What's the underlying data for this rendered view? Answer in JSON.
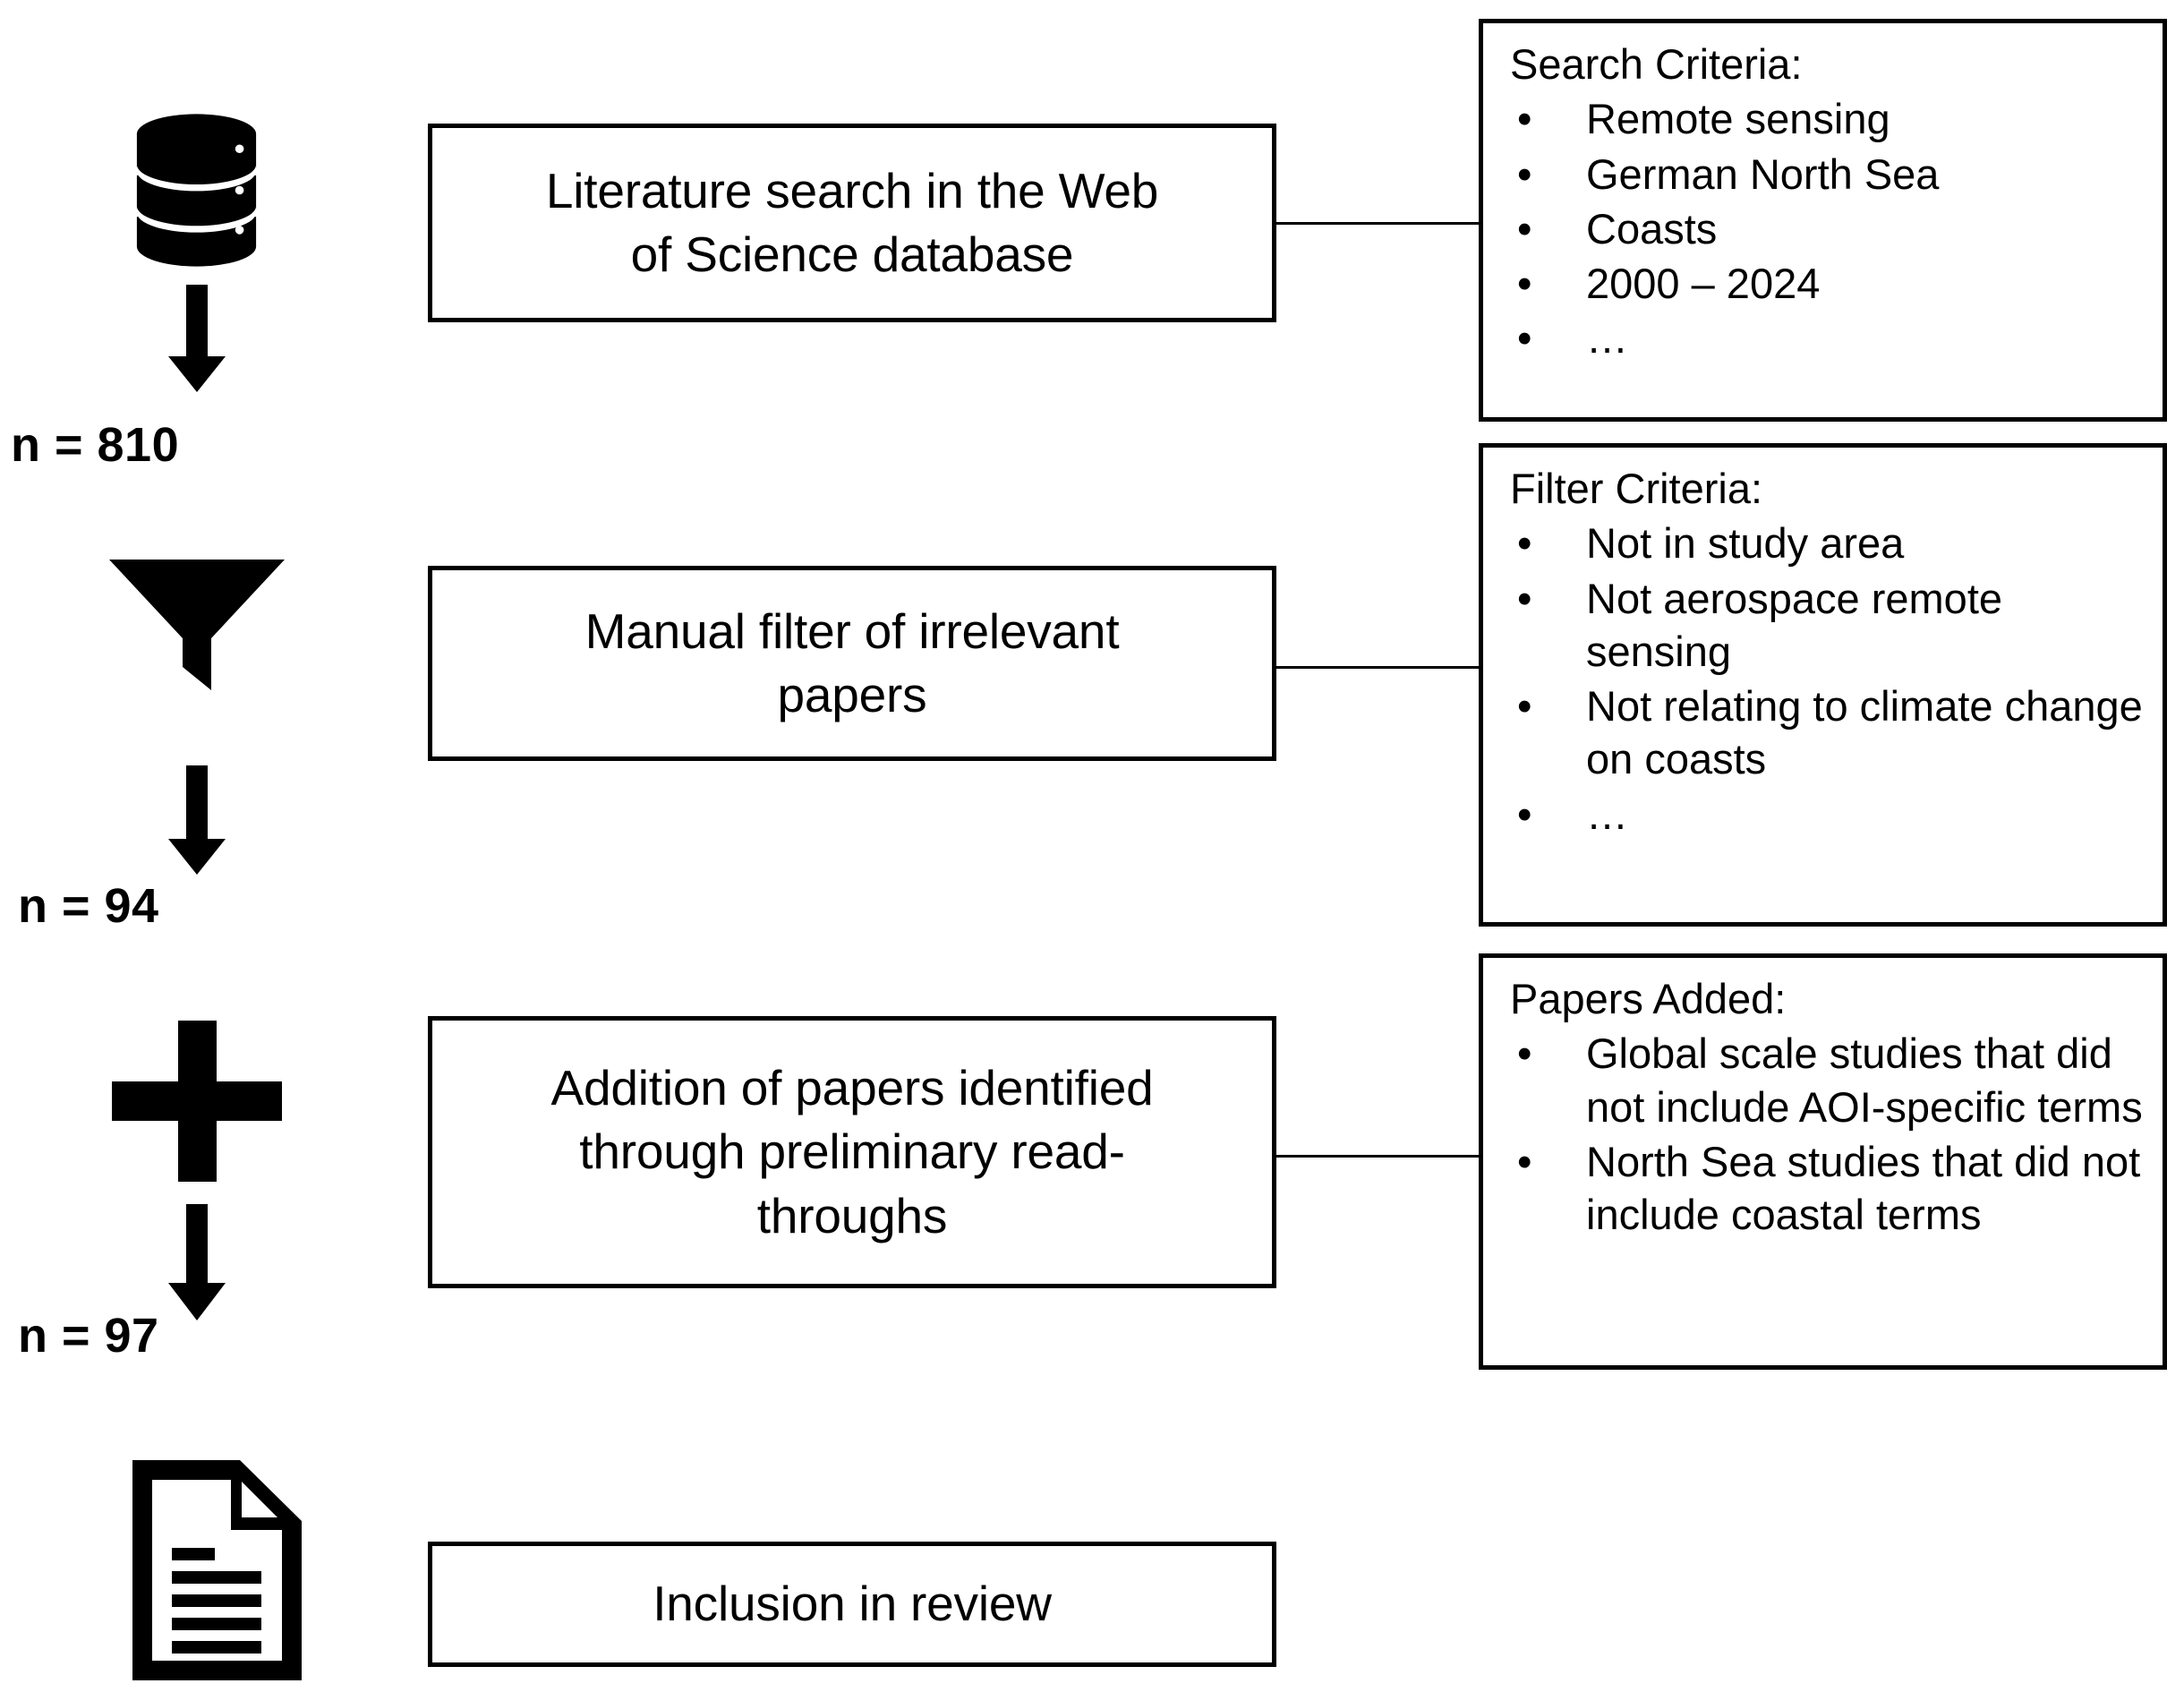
{
  "diagram": {
    "title": "Literature review PRISMA-style flow chart",
    "accent_color": "#000000",
    "background_color": "#ffffff"
  },
  "steps": [
    {
      "icon": "database-icon",
      "label": "Literature search in the Web\nof Science database",
      "count_label": "n = 810"
    },
    {
      "icon": "funnel-icon",
      "label": "Manual filter of irrelevant\npapers",
      "count_label": "n = 94"
    },
    {
      "icon": "plus-icon",
      "label": "Addition of papers identified\nthrough preliminary read-\nthroughs",
      "count_label": "n = 97"
    },
    {
      "icon": "document-icon",
      "label": "Inclusion in review",
      "count_label": ""
    }
  ],
  "criteria": [
    {
      "title": "Search Criteria:",
      "bullet_glyph": "•",
      "items": [
        "Remote sensing",
        "German North Sea",
        "Coasts",
        "2000 – 2024",
        "…"
      ]
    },
    {
      "title": "Filter Criteria:",
      "bullet_glyph": "•",
      "items": [
        "Not in study area",
        "Not aerospace remote sensing",
        "Not relating to climate change on coasts",
        "…"
      ]
    },
    {
      "title": "Papers Added:",
      "bullet_glyph": "•",
      "items": [
        "Global scale studies that did not include AOI-specific terms",
        "North Sea studies that did not include coastal terms"
      ]
    }
  ]
}
